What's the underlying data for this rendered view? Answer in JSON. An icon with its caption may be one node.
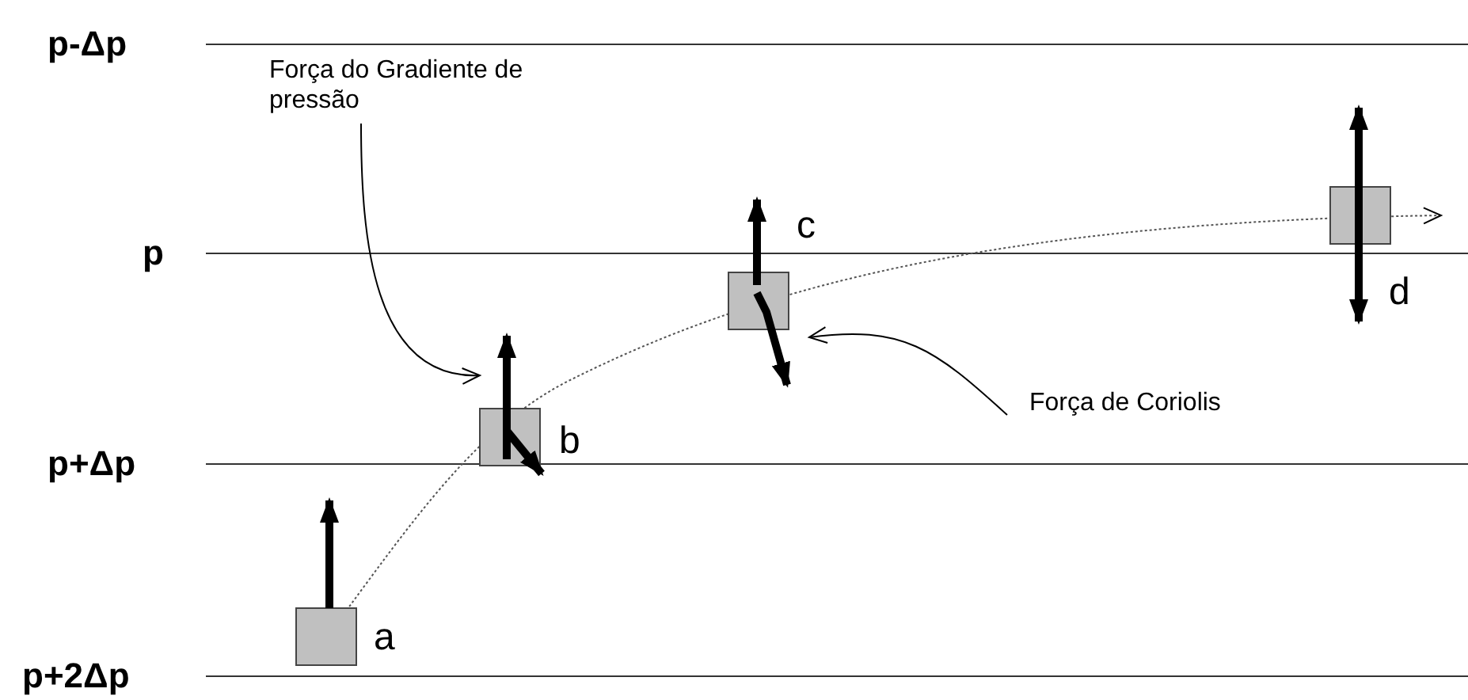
{
  "diagram": {
    "nodes": [
      {
        "text": [
          "Força do Gradiente de pressão"
        ]
      },
      {
        "text": [],
        "shape": "arrow"
      },
      {
        "text": [
          "Força de Coriolis"
        ]
      },
      {
        "text": [],
        "shape": "arrow"
      },
      {
        "text": [],
        "shape": "box",
        "beside": [
          "a"
        ]
      },
      {
        "text": [],
        "shape": "box",
        "beside": [
          "b"
        ]
      },
      {
        "text": [],
        "shape": "box",
        "beside": [
          "c"
        ]
      },
      {
        "text": [],
        "shape": "box",
        "beside": [
          "d"
        ]
      }
    ],
    "edges": [
      {
        "from": 0,
        "to": 1,
        "arrow": "to"
      },
      {
        "from": 2,
        "to": 3,
        "arrow": "to"
      }
    ],
    "labels": [
      "p-Δp",
      "p",
      "p+Δp",
      "p+2Δp"
    ]
  }
}
